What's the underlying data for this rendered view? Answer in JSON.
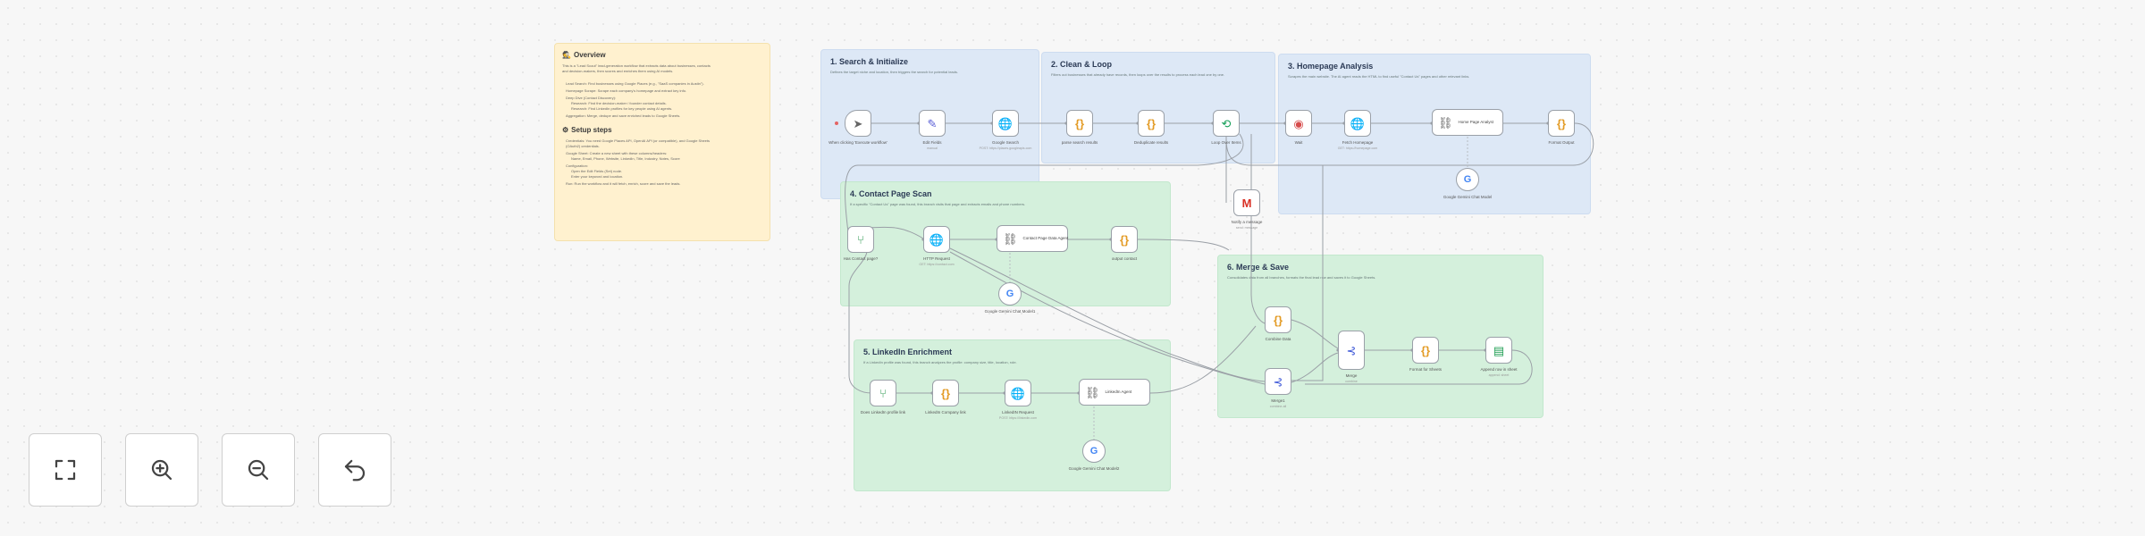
{
  "overview": {
    "title": "Overview",
    "title_icon": "detective-icon",
    "para1": [
      "This is a \"Lead Scout\" lead-generation workflow that extracts data about businesses, contacts",
      "and decision-makers, then scores and enriches them using AI models."
    ],
    "bullets": [
      "Lead Search: Find businesses using Google Places (e.g., \"SaaS companies in Austin\").",
      "Homepage Scrape: Scrape each company's homepage and extract key info.",
      "Deep Dive (Contact Discovery):",
      "Research: Find the decision-maker / founder contact details.",
      "Research: Find LinkedIn profiles for key people using AI agents.",
      "Aggregation: Merge, dedupe and save enriched leads to Google Sheets."
    ],
    "setup_title": "Setup steps",
    "setup_icon": "gear-icon",
    "setup": [
      "Credentials: You need Google Places API, OpenAI API (or compatible), and Google Sheets",
      "(OAuth2) credentials.",
      "Google Sheet: Create a new sheet with these columns/headers:",
      "Name, Email, Phone, Website, LinkedIn, Title, Industry, Notes, Score",
      "Configuration:",
      "Open the Edit Fields (Set) node.",
      "Enter your keyword and location.",
      "Run: Run the workflow and it will fetch, enrich, score and save the leads."
    ]
  },
  "sections": [
    {
      "title": "1. Search & Initialize",
      "desc": "Defines the target niche and location, then triggers the search for potential leads."
    },
    {
      "title": "2. Clean & Loop",
      "desc": "Filters out businesses that already have records, then loops over the results to process each lead one by one."
    },
    {
      "title": "3. Homepage Analysis",
      "desc": "Scrapes the main website. The AI agent reads the HTML to find useful \"Contact Us\" pages and other relevant links."
    },
    {
      "title": "4. Contact Page Scan",
      "desc": "If a specific \"Contact Us\" page was found, this branch visits that page and extracts emails and phone numbers."
    },
    {
      "title": "5. LinkedIn Enrichment",
      "desc": "If a LinkedIn profile was found, this branch analyzes the profile: company size, title, location, role."
    },
    {
      "title": "6. Merge & Save",
      "desc": "Consolidates data from all branches, formats the final lead row and saves it to Google Sheets."
    }
  ],
  "nodes": {
    "manual_trigger": {
      "label": "When clicking 'Execute workflow'",
      "icon": "pointer-icon"
    },
    "edit_fields": {
      "label": "Edit Fields",
      "sub": "manual",
      "icon": "pencil-icon"
    },
    "google_search": {
      "label": "Google Search",
      "sub": "POST: https://places.googleapis.com",
      "icon": "globe-icon"
    },
    "parse_search": {
      "label": "parse search results",
      "icon": "code-icon"
    },
    "deduplicate": {
      "label": "Deduplicate results",
      "icon": "code-icon"
    },
    "loop": {
      "label": "Loop Over Items",
      "icon": "loop-icon"
    },
    "wait": {
      "label": "Wait",
      "icon": "wait-icon"
    },
    "fetch_homepage": {
      "label": "Fetch Homepage",
      "sub": "GET: https://homepage.com",
      "icon": "globe-icon"
    },
    "homepage_agent": {
      "label": "Home Page Analyst",
      "icon": "agent-icon"
    },
    "gemini_home": {
      "label": "Google Gemini Chat Model",
      "icon": "gemini-icon"
    },
    "format_output": {
      "label": "Format Output",
      "icon": "code-icon"
    },
    "notify_message": {
      "label": "Notify a message",
      "sub": "send: message",
      "icon": "gmail-icon"
    },
    "has_contact": {
      "label": "Has Contact page?",
      "icon": "branch-icon"
    },
    "http_request": {
      "label": "HTTP Request",
      "sub": "GET: https://contact.com",
      "icon": "globe-icon"
    },
    "contact_agent": {
      "label": "Contact Page Data Agent",
      "icon": "agent-icon"
    },
    "output_contact": {
      "label": "output contact",
      "icon": "code-icon"
    },
    "gemini_contact": {
      "label": "Google Gemini Chat Model1",
      "icon": "gemini-icon"
    },
    "has_linkedin": {
      "label": "Does LinkedIn profile link",
      "icon": "branch-icon"
    },
    "linkedin_profile": {
      "label": "LinkedIn Company link",
      "icon": "code-icon"
    },
    "linkedin_request": {
      "label": "LinkedIN Request",
      "sub": "POST: https://linkedin.com",
      "icon": "globe-icon"
    },
    "linkedin_agent": {
      "label": "LinkedIn Agent",
      "icon": "agent-icon"
    },
    "gemini_linkedin": {
      "label": "Google Gemini Chat Model2",
      "icon": "gemini-icon"
    },
    "final_data": {
      "label": "Combine Data",
      "icon": "code-icon"
    },
    "merge": {
      "label": "Merge",
      "sub": "combine",
      "icon": "merge-icon"
    },
    "merge1": {
      "label": "Merge1",
      "sub": "combine-all",
      "icon": "merge-icon"
    },
    "format_sheets": {
      "label": "Format for Sheets",
      "icon": "code-icon"
    },
    "append_sheet": {
      "label": "Append row in sheet",
      "sub": "append: sheet",
      "icon": "sheets-icon"
    }
  },
  "controls": {
    "fit_view": "fit-view-icon",
    "zoom_in": "zoom-in-icon",
    "zoom_out": "zoom-out-icon",
    "reset": "undo-icon"
  },
  "colors": {
    "section_blue": "#dde8f6",
    "section_green": "#d4f0dc",
    "sticky_yellow": "#fff1cf",
    "code_orange": "#e39b25",
    "http_blue": "#3f59d8",
    "canvas": "#f7f7f7"
  }
}
